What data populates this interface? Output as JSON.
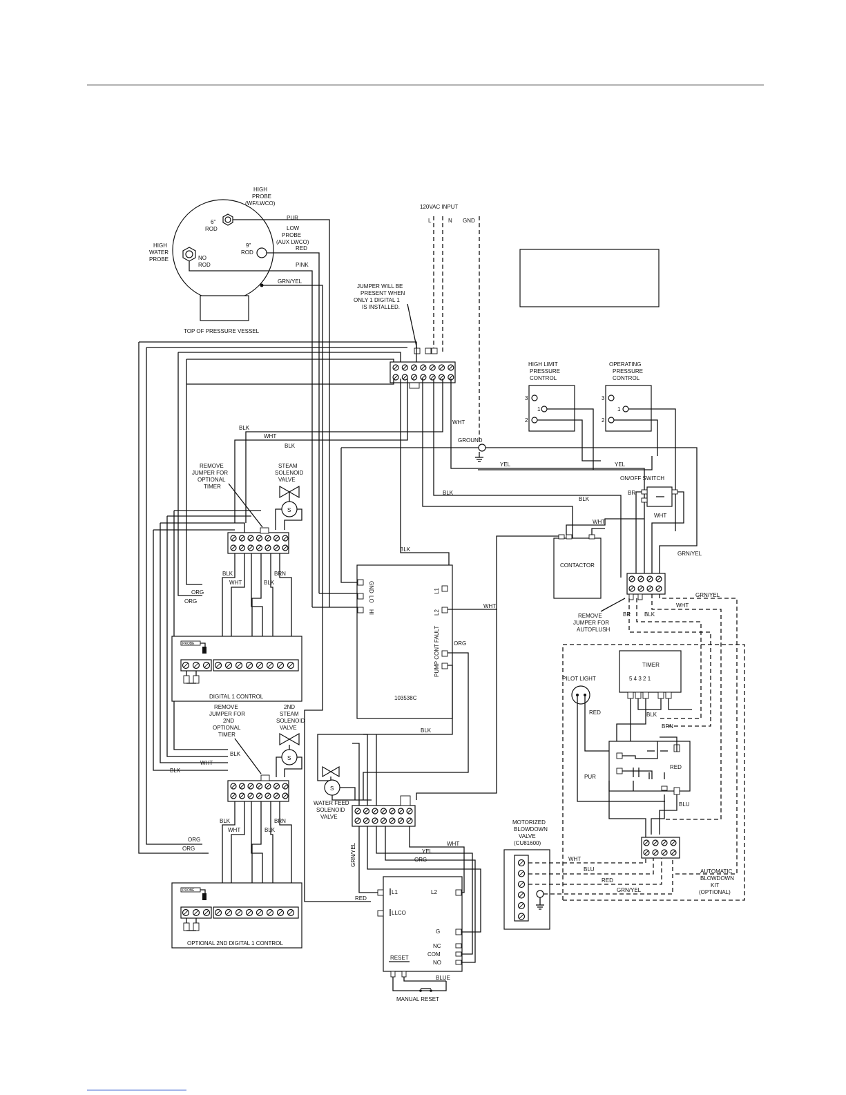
{
  "header_rule": "",
  "labels": {
    "high_probe": [
      "HIGH",
      "PROBE",
      "(WF/LWCO)"
    ],
    "six_rod": [
      "6\"",
      "ROD"
    ],
    "low_probe": [
      "LOW",
      "PROBE",
      "(AUX LWCO)"
    ],
    "nine_rod": [
      "9\"",
      "ROD"
    ],
    "high_water_probe": [
      "HIGH",
      "WATER",
      "PROBE"
    ],
    "no_rod": [
      "NO",
      "ROD"
    ],
    "top_of_vessel": "TOP OF PRESSURE VESSEL",
    "input": "120VAC INPUT",
    "l": "L",
    "n": "N",
    "gnd": "GND",
    "jumper_note": [
      "JUMPER WILL BE",
      "PRESENT WHEN",
      "ONLY 1 DIGITAL 1",
      "IS INSTALLED."
    ],
    "high_limit": [
      "HIGH LIMIT",
      "PRESSURE",
      "CONTROL"
    ],
    "operating": [
      "OPERATING",
      "PRESSURE",
      "CONTROL"
    ],
    "ground": "GROUND",
    "on_off_switch": "ON/OFF SWITCH",
    "contactor": "CONTACTOR",
    "remove_jumper_timer": [
      "REMOVE",
      "JUMPER FOR",
      "OPTIONAL",
      "TIMER"
    ],
    "steam_valve": [
      "STEAM",
      "SOLENOID",
      "VALVE"
    ],
    "board_id": "103538C",
    "board_pins": [
      "GND",
      "LO",
      "HI",
      "L1",
      "L2",
      "PUMP CONT FAULT"
    ],
    "digital_control": "DIGITAL 1 CONTROL",
    "remove_jumper_2nd": [
      "REMOVE",
      "JUMPER FOR",
      "2ND",
      "OPTIONAL",
      "TIMER"
    ],
    "second_steam_valve": [
      "2ND",
      "STEAM",
      "SOLENOID",
      "VALVE"
    ],
    "water_feed_valve": [
      "WATER FEED",
      "SOLENOID",
      "VALVE"
    ],
    "optional_control": "OPTIONAL 2ND DIGITAL 1 CONTROL",
    "remove_jumper_autoflush": [
      "REMOVE",
      "JUMPER FOR",
      "AUTOFLUSH"
    ],
    "timer": "TIMER",
    "timer_pins": "5 4 3    2 1",
    "pilot_light": "PILOT LIGHT",
    "motorized_valve": [
      "MOTORIZED",
      "BLOWDOWN",
      "VALVE",
      "(CU81600)"
    ],
    "auto_blowdown": [
      "AUTOMATIC",
      "BLOWDOWN",
      "KIT",
      "(OPTIONAL)"
    ],
    "lwco_pins": [
      "L1",
      "LLCO",
      "L2",
      "G",
      "NC",
      "COM",
      "NO",
      "RESET"
    ],
    "manual_reset": "MANUAL RESET",
    "solenoid_symbol": "S",
    "probe_tag": "PROBE"
  },
  "wires": {
    "pur": "PUR",
    "red": "RED",
    "pink": "PINK",
    "grn_yel": "GRN/YEL",
    "blk": "BLK",
    "wht": "WHT",
    "yel": "YEL",
    "br": "BR",
    "brn": "BRN",
    "org": "ORG",
    "blu": "BLU",
    "blue": "BLUE"
  }
}
